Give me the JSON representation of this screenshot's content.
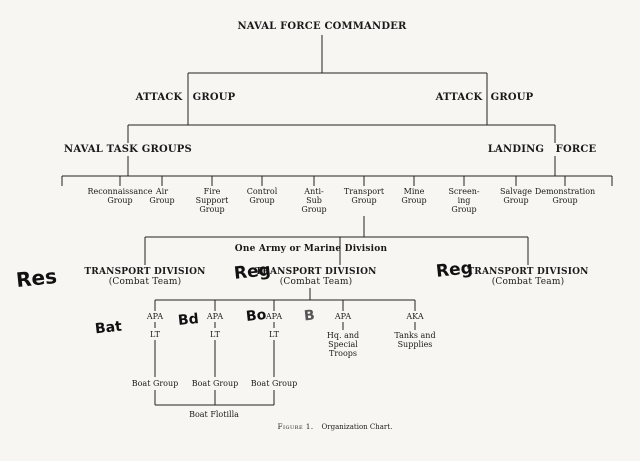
{
  "top": "NAVAL FORCE COMMANDER",
  "attack_left": [
    "ATTACK",
    "GROUP"
  ],
  "attack_right": [
    "ATTACK",
    "GROUP"
  ],
  "naval_task_groups": "NAVAL TASK GROUPS",
  "landing_force": [
    "LANDING",
    "FORCE"
  ],
  "groups": [
    "Reconnaissance\nGroup",
    "Air\nGroup",
    "Fire\nSupport\nGroup",
    "Control\nGroup",
    "Anti-\nSub\nGroup",
    "Transport\nGroup",
    "Mine\nGroup",
    "Screen-\ning\nGroup",
    "Salvage\nGroup",
    "Demonstration\nGroup"
  ],
  "one_army": "One Army or Marine Division",
  "transport_division": "TRANSPORT DIVISION",
  "combat_team": "(Combat Team)",
  "apa": "APA",
  "lt": "LT",
  "aka": "AKA",
  "hq": "Hq. and\nSpecial\nTroops",
  "tanks": "Tanks and\nSupplies",
  "boat_group": "Boat Group",
  "boat_flotilla": "Boat Flotilla",
  "caption_fig": "Figure 1.",
  "caption_text": "Organization Chart.",
  "annotations": {
    "res": "Res",
    "reg": "Reg",
    "bat": "Bat",
    "bd": "Bd",
    "bo": "Bo",
    "b": "B"
  }
}
